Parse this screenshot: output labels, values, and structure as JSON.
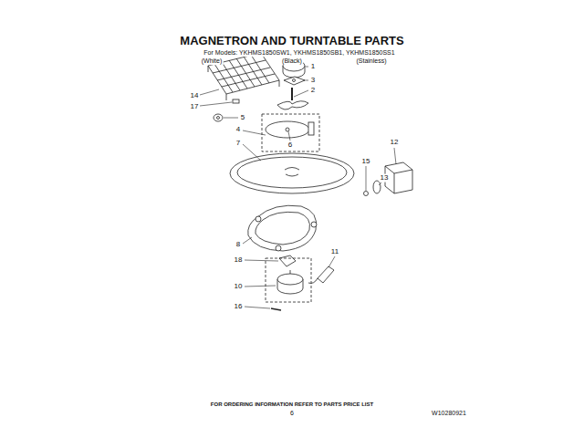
{
  "diagram": {
    "title": "MAGNETRON AND TURNTABLE PARTS",
    "labels": [
      "For Models: YKHMS1850SW1, YKHMS1850SB1, YKHMS1850SS1",
      "(White)",
      "(Black)",
      "(Stainless)",
      "1",
      "3",
      "2",
      "14",
      "17",
      "5",
      "4",
      "6",
      "7",
      "12",
      "15",
      "13",
      "8",
      "18",
      "11",
      "10",
      "16",
      "FOR ORDERING INFORMATION REFER TO PARTS PRICE LIST",
      "6",
      "W10280921"
    ]
  }
}
